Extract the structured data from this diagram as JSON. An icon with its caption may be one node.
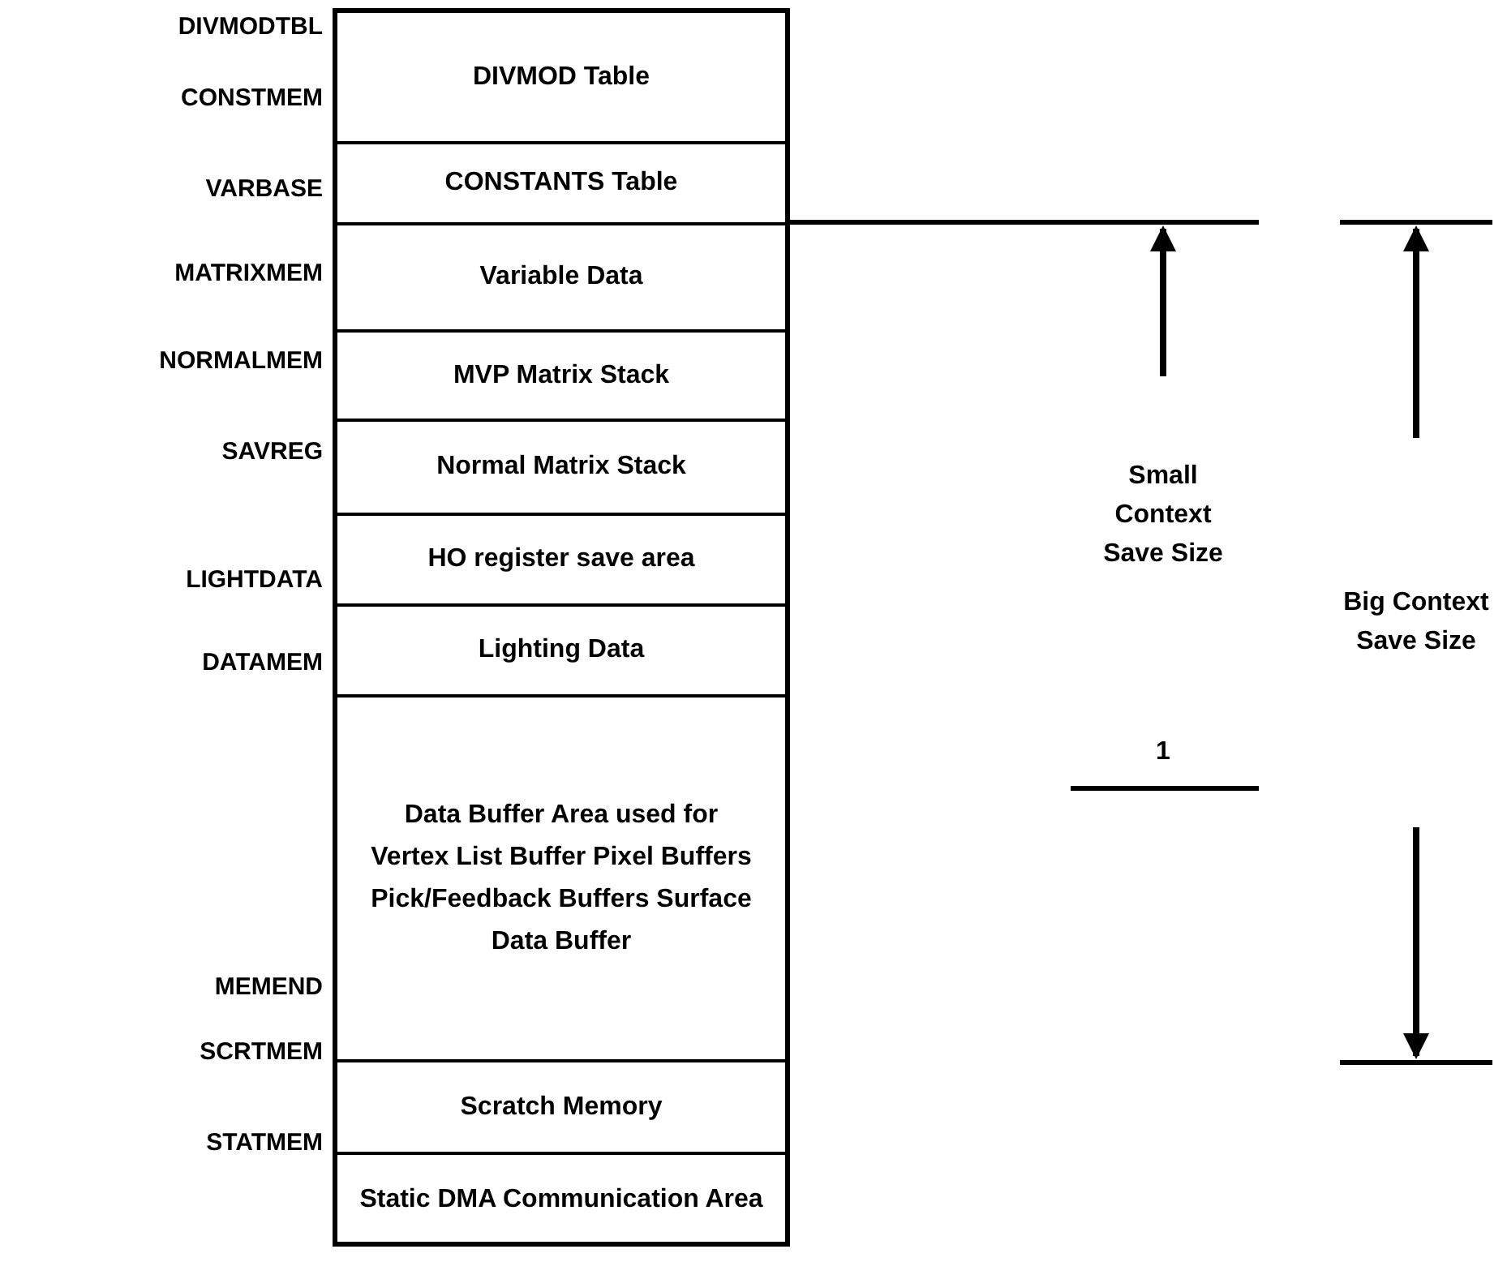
{
  "diagram": {
    "nodes": [
      {
        "text": [
          "DIVMOD Table"
        ]
      },
      {
        "text": [
          "CONSTANTS Table"
        ]
      },
      {
        "text": [
          "Variable Data"
        ]
      },
      {
        "text": [
          "MVP Matrix Stack"
        ]
      },
      {
        "text": [
          "Normal Matrix Stack"
        ]
      },
      {
        "text": [
          "HO register save area"
        ]
      },
      {
        "text": [
          "Lighting Data"
        ]
      },
      {
        "text": [
          "Data Buffer Area used for Vertex List Buffer Pixel Buffers Pick/Feedback Buffers Surface Data Buffer"
        ]
      },
      {
        "text": [
          "Scratch Memory"
        ]
      },
      {
        "text": [
          "Static DMA Communication Area"
        ]
      }
    ],
    "labels": [
      "DIVMODTBL",
      "CONSTMEM",
      "VARBASE",
      "MATRIXMEM",
      "NORMALMEM",
      "SAVREG",
      "LIGHTDATA",
      "DATAMEM",
      "MEMEND",
      "SCRTMEM",
      "STATMEM",
      "Small Context Save Size",
      "Big Context Save Size",
      "1"
    ]
  }
}
